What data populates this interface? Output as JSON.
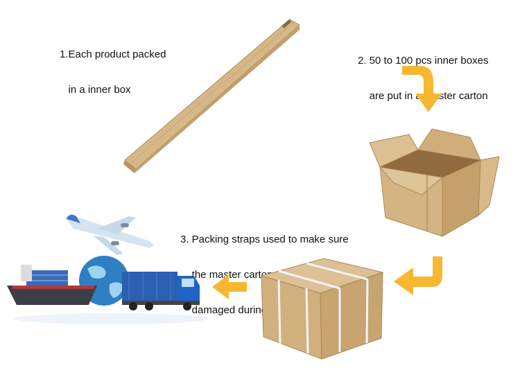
{
  "steps": [
    {
      "line1": "1.Each product packed",
      "line2": "   in a inner box"
    },
    {
      "line1": "2. 50 to 100 pcs inner boxes",
      "line2": "    are put in a master carton"
    },
    {
      "line1": "3. Packing straps used to make sure",
      "line2": "    the master carton will not be",
      "line3": "    damaged during transportation"
    }
  ],
  "colors": {
    "arrow": "#f7b731",
    "cardboard": "#d4b483",
    "cardboard_dark": "#b9935f",
    "strap": "#f4f4f4",
    "globe": "#2f7fc3",
    "truck_cab": "#1f63c6",
    "container": "#2b5fb0"
  },
  "icons": [
    "inner-box-icon",
    "open-carton-icon",
    "strapped-carton-icon",
    "logistics-illustration",
    "airplane-icon",
    "globe-icon",
    "truck-icon",
    "cargo-ship-icon",
    "arrow-icon"
  ]
}
